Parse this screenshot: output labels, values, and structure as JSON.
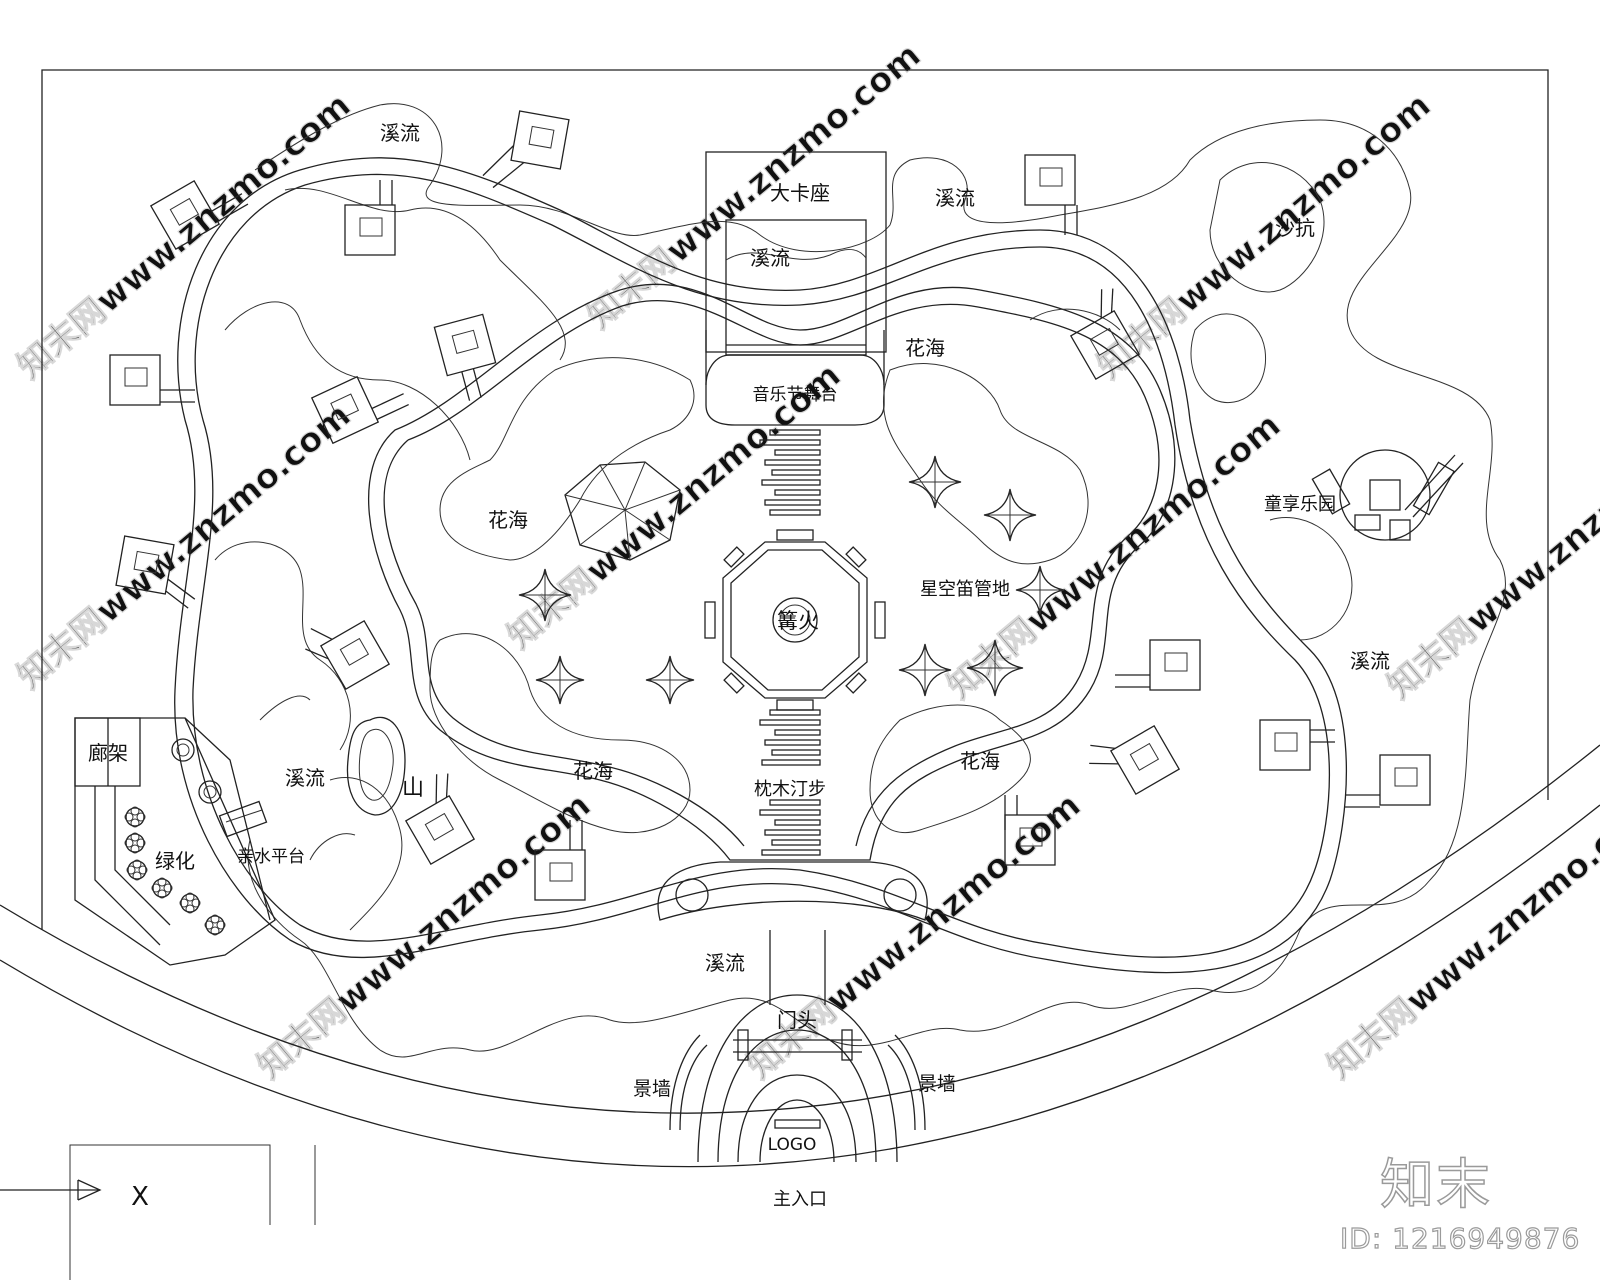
{
  "labels": {
    "stream_top_left": "溪流",
    "big_booth": "大卡座",
    "stream_stage": "溪流",
    "stream_top_mid": "溪流",
    "sandpit": "沙抗",
    "flower_sea_top": "花海",
    "music_stage": "音乐节舞台",
    "flower_sea_left": "花海",
    "starry_field": "星空笛管地",
    "bonfire": "篝火",
    "kids_park": "童享乐园",
    "stream_right": "溪流",
    "gallery": "廊架",
    "stream_left": "溪流",
    "mountain": "山",
    "flower_sea_bottom_left": "花海",
    "sleeper_steps": "枕木汀步",
    "flower_sea_bottom_right": "花海",
    "greenery": "绿化",
    "water_platform": "亲水平台",
    "stream_bottom": "溪流",
    "gate": "门头",
    "feature_wall_left": "景墙",
    "feature_wall_right": "景墙",
    "logo": "LOGO",
    "main_entrance": "主入口",
    "axis_mark": "X"
  },
  "brand": {
    "watermark": "知末网www.znzmo.com",
    "logo_text": "知末",
    "image_id": "ID: 1216949876"
  },
  "colors": {
    "line": "#222222",
    "background": "#ffffff",
    "watermark": "#d8d8d8"
  }
}
